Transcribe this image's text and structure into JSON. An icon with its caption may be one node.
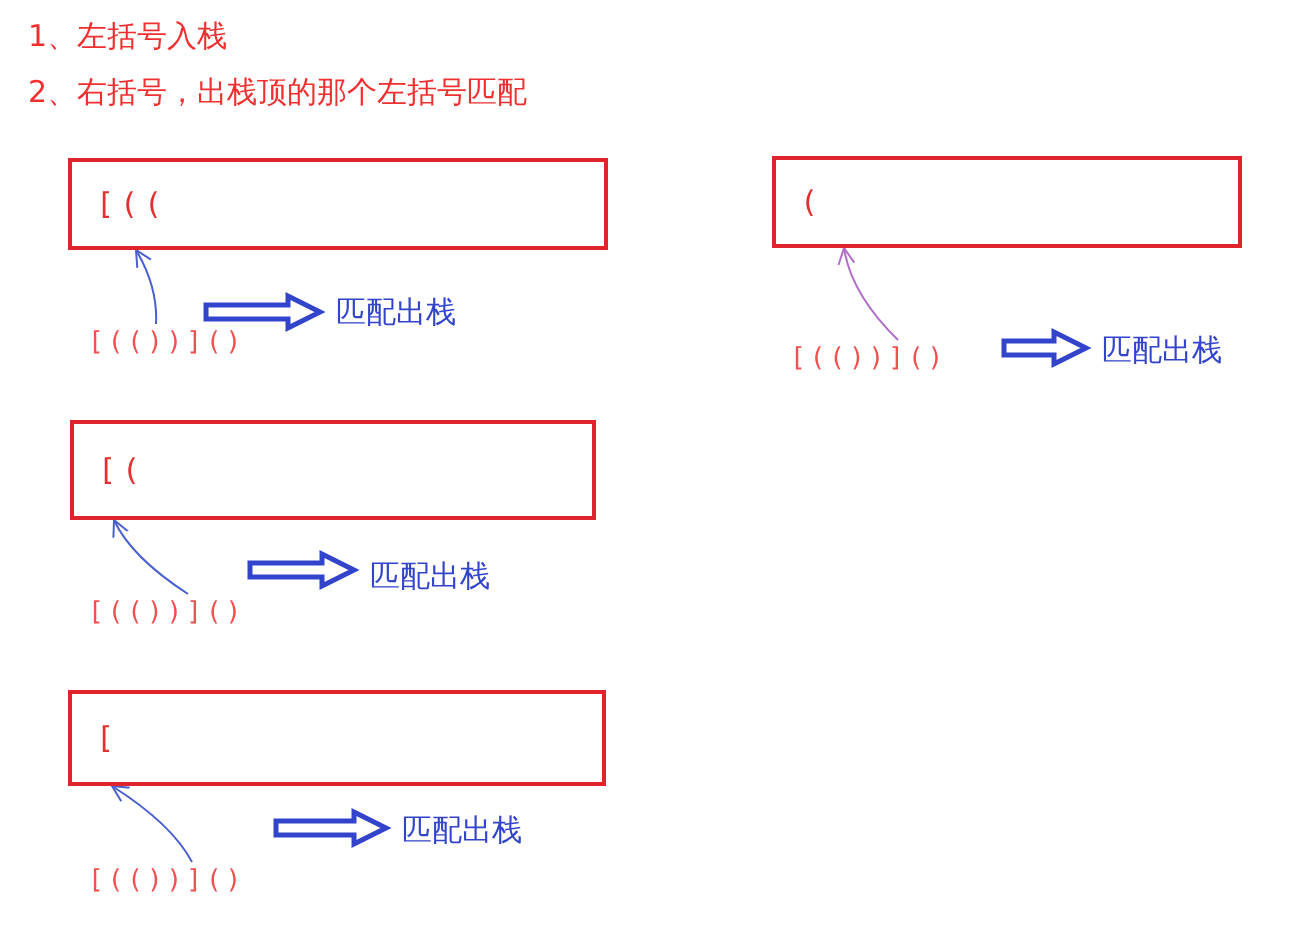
{
  "diagram": {
    "nodes": [
      {
        "text": [
          "[(("
        ]
      },
      {
        "text": [
          "[(())]()"
        ]
      },
      {
        "text": [
          "匹配出栈"
        ]
      },
      {
        "text": [
          "[("
        ]
      },
      {
        "text": [
          "[(())]()"
        ]
      },
      {
        "text": [
          "匹配出栈"
        ]
      },
      {
        "text": [
          "["
        ]
      },
      {
        "text": [
          "[(())]()"
        ]
      },
      {
        "text": [
          "匹配出栈"
        ]
      },
      {
        "text": [
          "("
        ]
      },
      {
        "text": [
          "[(())]()"
        ]
      },
      {
        "text": [
          "匹配出栈"
        ]
      }
    ],
    "edges": [
      {
        "from": 1,
        "to": 0,
        "arrow": "to",
        "color": "#4a5fd0"
      },
      {
        "from": null,
        "to": 2,
        "arrow": "to",
        "style": "thick",
        "color": "#3344cc"
      },
      {
        "from": 4,
        "to": 3,
        "arrow": "to",
        "color": "#4a5fd0"
      },
      {
        "from": null,
        "to": 5,
        "arrow": "to",
        "style": "thick",
        "color": "#3344cc"
      },
      {
        "from": 7,
        "to": 6,
        "arrow": "to",
        "color": "#4a5fd0"
      },
      {
        "from": null,
        "to": 8,
        "arrow": "to",
        "style": "thick",
        "color": "#3344cc"
      },
      {
        "from": 10,
        "to": 9,
        "arrow": "to",
        "color": "#b070c8"
      },
      {
        "from": null,
        "to": 11,
        "arrow": "to",
        "style": "thick",
        "color": "#3344cc"
      }
    ],
    "labels": [
      "1、左括号入栈",
      "2、右括号，出栈顶的那个左括号匹配"
    ]
  }
}
